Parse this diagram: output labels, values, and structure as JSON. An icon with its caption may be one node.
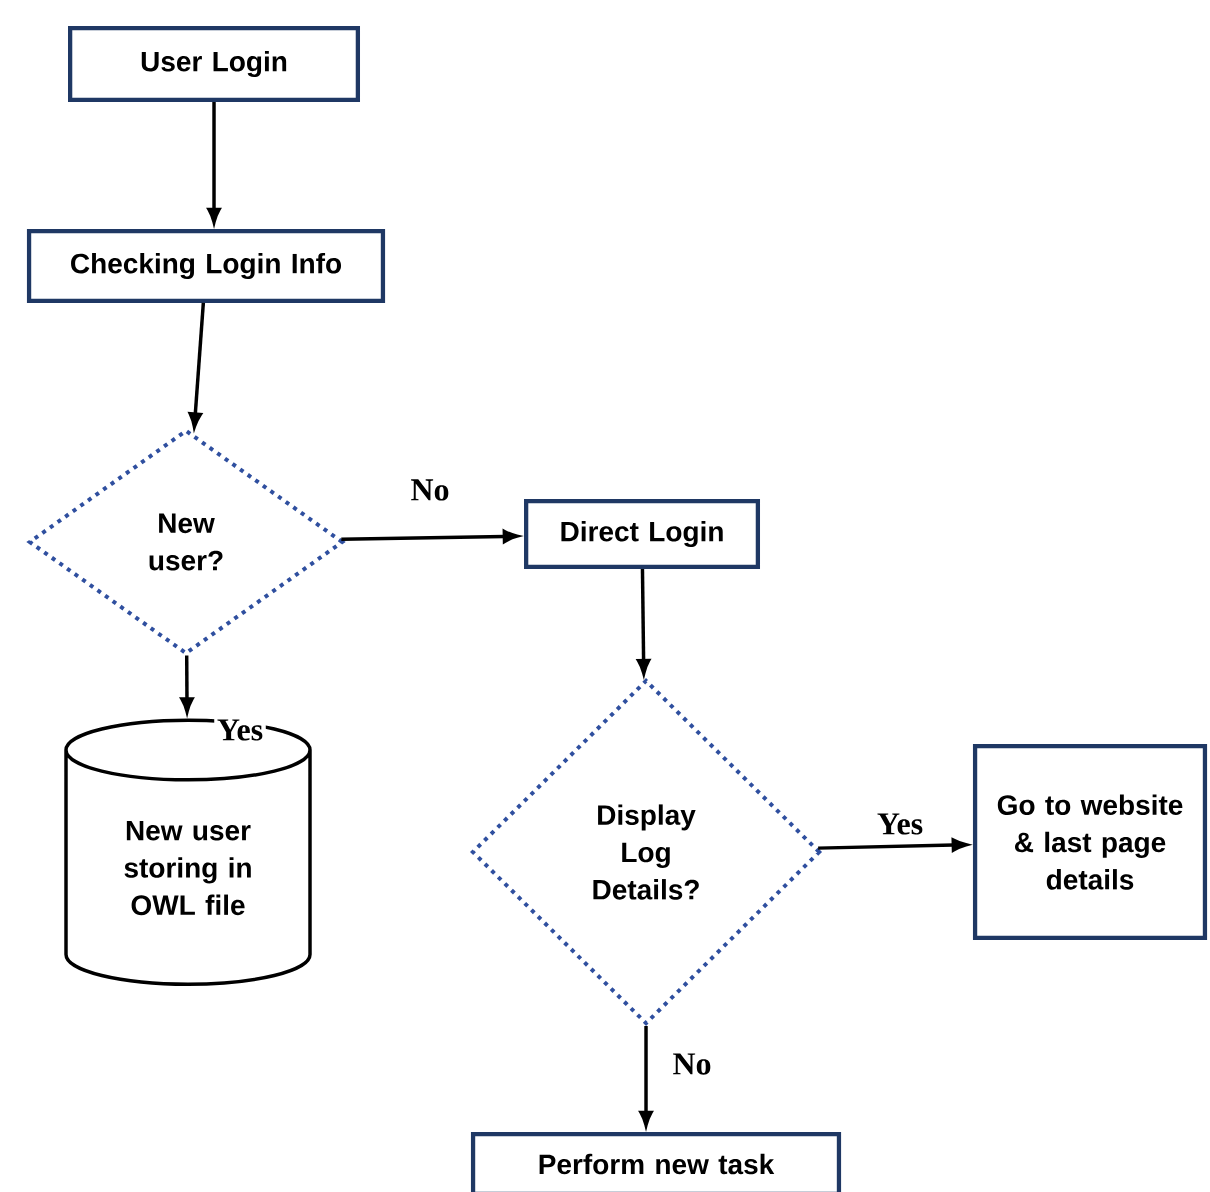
{
  "diagram": {
    "nodes": [
      {
        "text": [
          "User Login"
        ]
      },
      {
        "text": [
          "Checking Login Info"
        ]
      },
      {
        "text": [
          "New user?"
        ]
      },
      {
        "text": [
          "New user storing in OWL file"
        ]
      },
      {
        "text": [
          "Direct Login"
        ]
      },
      {
        "text": [
          "Display Log Details?"
        ]
      },
      {
        "text": [
          "Go to website & last page details"
        ]
      },
      {
        "text": [
          "Perform new task"
        ]
      }
    ],
    "edges": [
      {
        "from": 0,
        "to": 1,
        "arrow": "to"
      },
      {
        "from": 1,
        "to": 2,
        "arrow": "to"
      },
      {
        "from": 2,
        "to": 4,
        "arrow": "to",
        "label": "No"
      },
      {
        "from": 2,
        "to": 3,
        "arrow": "to",
        "label": "Yes"
      },
      {
        "from": 4,
        "to": 5,
        "arrow": "to"
      },
      {
        "from": 5,
        "to": 6,
        "arrow": "to",
        "label": "Yes"
      },
      {
        "from": 5,
        "to": 7,
        "arrow": "to",
        "label": "No"
      }
    ]
  }
}
